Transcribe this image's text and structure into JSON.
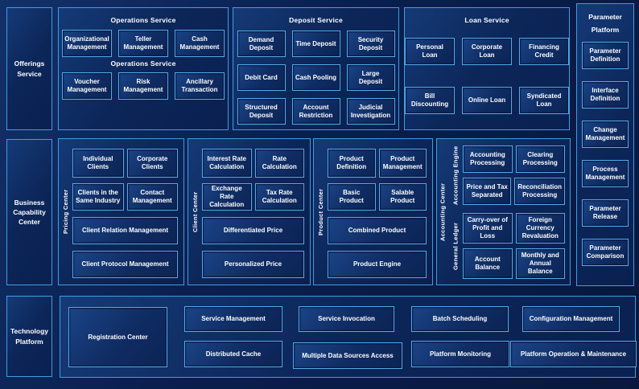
{
  "left_column": {
    "offerings_service": "Offerings Service",
    "business_capability": "Business Capability Center",
    "technology_platform": "Technology Platform"
  },
  "operations": {
    "title": "Operations Service",
    "subtitle": "Operations Service",
    "row1": [
      "Organizational Management",
      "Teller Management",
      "Cash Management"
    ],
    "row2": [
      "Voucher Management",
      "Risk Management",
      "Ancillary Transaction"
    ]
  },
  "deposit": {
    "title": "Deposit Service",
    "rows": [
      [
        "Demand Deposit",
        "Time Deposit",
        "Security Deposit"
      ],
      [
        "Debit Card",
        "Cash Pooling",
        "Large Deposit"
      ],
      [
        "Structured Deposit",
        "Account Restriction",
        "Judicial Investigation"
      ]
    ]
  },
  "loan": {
    "title": "Loan Service",
    "rows": [
      [
        "Personal Loan",
        "Corporate Loan",
        "Financing Credit"
      ],
      [
        "Bill Discounting",
        "Online Loan",
        "Syndicated Loan"
      ]
    ]
  },
  "parameter_platform": {
    "title_line1": "Parameter",
    "title_line2": "Platform",
    "items": [
      "Parameter Definition",
      "Interface Definition",
      "Change Management",
      "Process Management",
      "Parameter Release",
      "Parameter Comparison"
    ]
  },
  "pricing_center": {
    "label": "Pricing Center",
    "grid": [
      "Individual Clients",
      "Corporate Clients",
      "Clients in the Same Industry",
      "Contact Management"
    ],
    "wide": [
      "Client Relation Management",
      "Client Protocol Management"
    ]
  },
  "client_center": {
    "label": "Client Center",
    "grid": [
      "Interest Rate Calculation",
      "Rate Calculation",
      "Exchange Rate Calculation",
      "Tax Rate Calculation"
    ],
    "wide": [
      "Differentiated Price",
      "Personalized Price"
    ]
  },
  "product_center": {
    "label": "Product Center",
    "grid": [
      "Product Definition",
      "Product Management",
      "Basic Product",
      "Salable Product"
    ],
    "wide": [
      "Combined Product",
      "Product Engine"
    ]
  },
  "accounting_center": {
    "label": "Accounting Center",
    "engine": {
      "label": "Accounting Engine",
      "items": [
        "Accounting Processing",
        "Clearing Processing",
        "Price and Tax Separated",
        "Reconciliation Processing"
      ]
    },
    "ledger": {
      "label": "General Ledger",
      "items": [
        "Carry-over of Profit and Loss",
        "Foreign Currency Revaluation",
        "Account Balance",
        "Monthly and Annual Balance"
      ]
    }
  },
  "technology": {
    "registration": "Registration Center",
    "row1": [
      "Service Management",
      "Service Invocation",
      "Batch Scheduling",
      "Configuration Management"
    ],
    "row2": [
      "Distributed Cache",
      "Multiple Data Sources Access",
      "Platform Monitoring",
      "Platform Operation & Maintenance"
    ]
  },
  "colors": {
    "background": "#0a1f4e",
    "panel_border": "#3f9ce4",
    "node_border": "#54abec",
    "text": "#ffffff"
  }
}
